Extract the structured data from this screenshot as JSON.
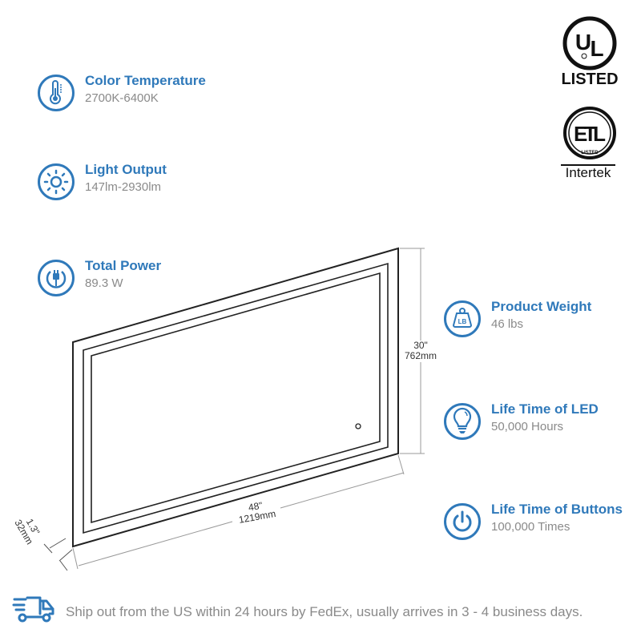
{
  "brand_color": "#2f79ba",
  "features_left": [
    {
      "icon": "thermometer-icon",
      "title": "Color Temperature",
      "value": "2700K-6400K"
    },
    {
      "icon": "sun-icon",
      "title": "Light Output",
      "value": "147lm-2930lm"
    },
    {
      "icon": "power-plug-icon",
      "title": "Total Power",
      "value": "89.3 W"
    }
  ],
  "features_right": [
    {
      "icon": "weight-lb-icon",
      "title": "Product Weight",
      "value": "46 lbs",
      "badge": "LB"
    },
    {
      "icon": "light-bulb-icon",
      "title": "Life Time of LED",
      "value": "50,000 Hours"
    },
    {
      "icon": "power-button-icon",
      "title": "Life Time of Buttons",
      "value": "100,000 Times"
    }
  ],
  "certifications": {
    "ul": {
      "mark": "UL",
      "label": "LISTED"
    },
    "etl": {
      "mark": "ETL",
      "sub": "LISTED",
      "label": "Intertek"
    }
  },
  "dimensions": {
    "width_in": "48\"",
    "width_mm": "1219mm",
    "height_in": "30\"",
    "height_mm": "762mm",
    "depth_in": "1.3\"",
    "depth_mm": "32mm"
  },
  "shipping": {
    "icon": "truck-icon",
    "text": "Ship out from the US within 24 hours by FedEx, usually arrives in 3 - 4 business days."
  }
}
